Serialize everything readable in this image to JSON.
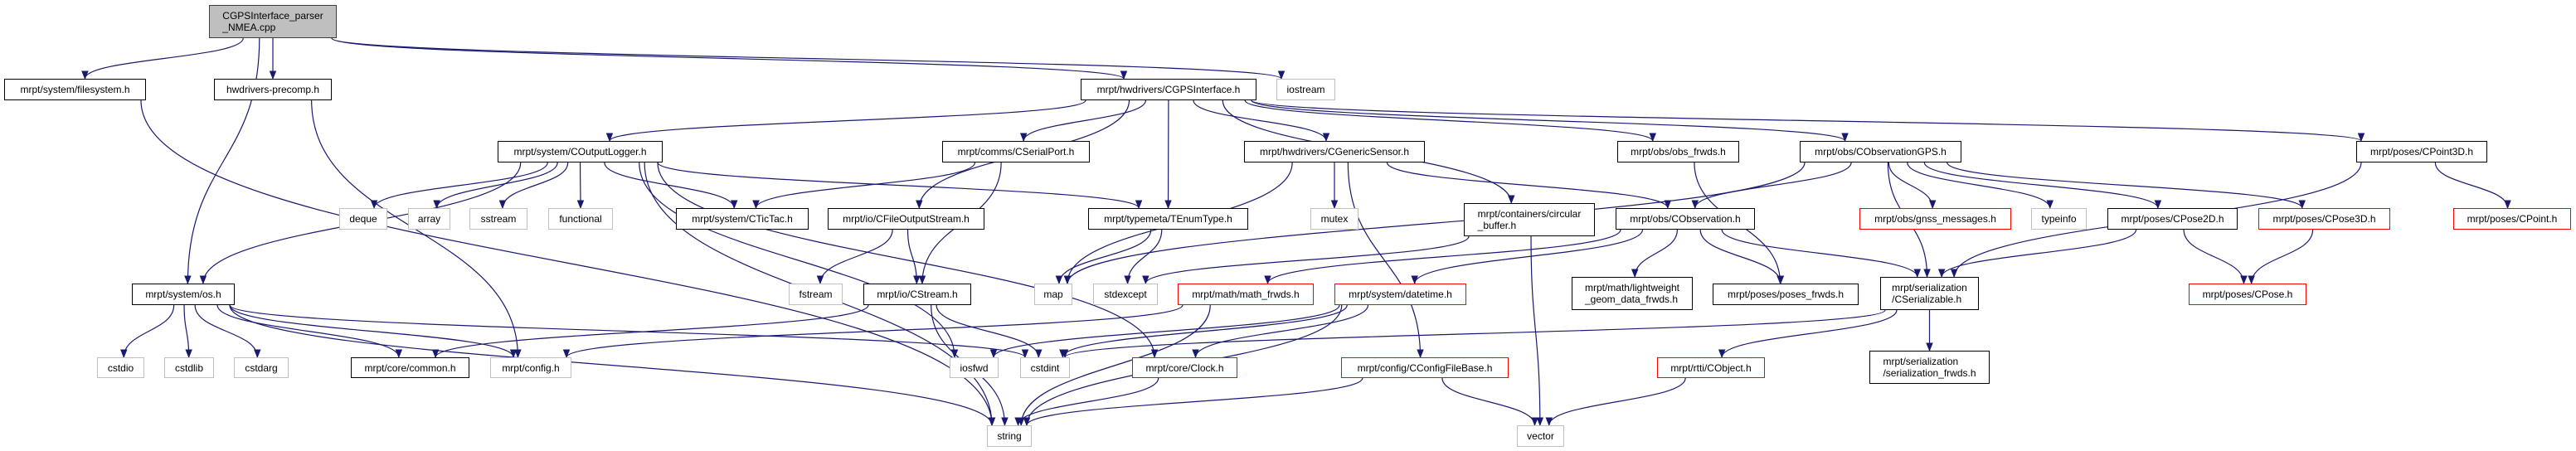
{
  "colors": {
    "edge": "#191970",
    "root_fill": "#bfbfbf",
    "normal_border": "#000000",
    "system_border": "#bfbfbf",
    "truncated_border": "#ff0000"
  },
  "nodes": [
    {
      "id": "root",
      "label": "CGPSInterface_parser\n_NMEA.cpp",
      "style": "root"
    },
    {
      "id": "filesystem",
      "label": "mrpt/system/filesystem.h",
      "style": "normal"
    },
    {
      "id": "precomp",
      "label": "hwdrivers-precomp.h",
      "style": "normal"
    },
    {
      "id": "gpsif",
      "label": "mrpt/hwdrivers/CGPSInterface.h",
      "style": "normal"
    },
    {
      "id": "iostream",
      "label": "iostream",
      "style": "gray"
    },
    {
      "id": "logger",
      "label": "mrpt/system/COutputLogger.h",
      "style": "normal"
    },
    {
      "id": "serialport",
      "label": "mrpt/comms/CSerialPort.h",
      "style": "normal"
    },
    {
      "id": "gensensor",
      "label": "mrpt/hwdrivers/CGenericSensor.h",
      "style": "normal"
    },
    {
      "id": "obsfrwds",
      "label": "mrpt/obs/obs_frwds.h",
      "style": "normal"
    },
    {
      "id": "obsgps",
      "label": "mrpt/obs/CObservationGPS.h",
      "style": "normal"
    },
    {
      "id": "point3d",
      "label": "mrpt/poses/CPoint3D.h",
      "style": "normal"
    },
    {
      "id": "deque",
      "label": "deque",
      "style": "gray"
    },
    {
      "id": "array",
      "label": "array",
      "style": "gray"
    },
    {
      "id": "sstream",
      "label": "sstream",
      "style": "gray"
    },
    {
      "id": "functional",
      "label": "functional",
      "style": "gray"
    },
    {
      "id": "tictac",
      "label": "mrpt/system/CTicTac.h",
      "style": "normal"
    },
    {
      "id": "fileout",
      "label": "mrpt/io/CFileOutputStream.h",
      "style": "normal"
    },
    {
      "id": "enumtype",
      "label": "mrpt/typemeta/TEnumType.h",
      "style": "normal"
    },
    {
      "id": "mutex",
      "label": "mutex",
      "style": "gray"
    },
    {
      "id": "circbuf",
      "label": "mrpt/containers/circular\n_buffer.h",
      "style": "normal"
    },
    {
      "id": "observation",
      "label": "mrpt/obs/CObservation.h",
      "style": "normal"
    },
    {
      "id": "gnss",
      "label": "mrpt/obs/gnss_messages.h",
      "style": "red"
    },
    {
      "id": "typeinfo",
      "label": "typeinfo",
      "style": "gray"
    },
    {
      "id": "pose2d",
      "label": "mrpt/poses/CPose2D.h",
      "style": "normal"
    },
    {
      "id": "pose3d",
      "label": "mrpt/poses/CPose3D.h",
      "style": "red"
    },
    {
      "id": "point",
      "label": "mrpt/poses/CPoint.h",
      "style": "red"
    },
    {
      "id": "os",
      "label": "mrpt/system/os.h",
      "style": "normal"
    },
    {
      "id": "fstream",
      "label": "fstream",
      "style": "gray"
    },
    {
      "id": "cstream",
      "label": "mrpt/io/CStream.h",
      "style": "normal"
    },
    {
      "id": "map",
      "label": "map",
      "style": "gray"
    },
    {
      "id": "stdexcept",
      "label": "stdexcept",
      "style": "gray"
    },
    {
      "id": "mathfrwds",
      "label": "mrpt/math/math_frwds.h",
      "style": "red"
    },
    {
      "id": "datetime",
      "label": "mrpt/system/datetime.h",
      "style": "red"
    },
    {
      "id": "lwgeom",
      "label": "mrpt/math/lightweight\n_geom_data_frwds.h",
      "style": "normal"
    },
    {
      "id": "posesfrwds",
      "label": "mrpt/poses/poses_frwds.h",
      "style": "normal"
    },
    {
      "id": "serializable",
      "label": "mrpt/serialization\n/CSerializable.h",
      "style": "normal"
    },
    {
      "id": "pose",
      "label": "mrpt/poses/CPose.h",
      "style": "red"
    },
    {
      "id": "cstdio",
      "label": "cstdio",
      "style": "gray"
    },
    {
      "id": "cstdlib",
      "label": "cstdlib",
      "style": "gray"
    },
    {
      "id": "cstdarg",
      "label": "cstdarg",
      "style": "gray"
    },
    {
      "id": "common",
      "label": "mrpt/core/common.h",
      "style": "normal"
    },
    {
      "id": "config",
      "label": "mrpt/config.h",
      "style": "gray"
    },
    {
      "id": "iosfwd",
      "label": "iosfwd",
      "style": "gray"
    },
    {
      "id": "cstdint",
      "label": "cstdint",
      "style": "gray"
    },
    {
      "id": "clock",
      "label": "mrpt/core/Clock.h",
      "style": "red"
    },
    {
      "id": "cfgfile",
      "label": "mrpt/config/CConfigFileBase.h",
      "style": "red"
    },
    {
      "id": "object",
      "label": "mrpt/rtti/CObject.h",
      "style": "red"
    },
    {
      "id": "serfrwds",
      "label": "mrpt/serialization\n/serialization_frwds.h",
      "style": "normal"
    },
    {
      "id": "string",
      "label": "string",
      "style": "gray"
    },
    {
      "id": "vector",
      "label": "vector",
      "style": "gray"
    }
  ],
  "edges": [
    [
      "root",
      "filesystem"
    ],
    [
      "root",
      "precomp"
    ],
    [
      "root",
      "os"
    ],
    [
      "root",
      "gpsif"
    ],
    [
      "root",
      "iostream"
    ],
    [
      "filesystem",
      "string"
    ],
    [
      "precomp",
      "config"
    ],
    [
      "gpsif",
      "logger"
    ],
    [
      "gpsif",
      "serialport"
    ],
    [
      "gpsif",
      "fileout"
    ],
    [
      "gpsif",
      "enumtype"
    ],
    [
      "gpsif",
      "gensensor"
    ],
    [
      "gpsif",
      "circbuf"
    ],
    [
      "gpsif",
      "obsfrwds"
    ],
    [
      "gpsif",
      "obsgps"
    ],
    [
      "gpsif",
      "point3d"
    ],
    [
      "logger",
      "os"
    ],
    [
      "logger",
      "deque"
    ],
    [
      "logger",
      "array"
    ],
    [
      "logger",
      "sstream"
    ],
    [
      "logger",
      "functional"
    ],
    [
      "logger",
      "tictac"
    ],
    [
      "logger",
      "enumtype"
    ],
    [
      "logger",
      "string"
    ],
    [
      "logger",
      "iosfwd"
    ],
    [
      "logger",
      "clock"
    ],
    [
      "serialport",
      "tictac"
    ],
    [
      "serialport",
      "cstream"
    ],
    [
      "fileout",
      "fstream"
    ],
    [
      "fileout",
      "cstream"
    ],
    [
      "cstream",
      "common"
    ],
    [
      "cstream",
      "cstdint"
    ],
    [
      "cstream",
      "string"
    ],
    [
      "os",
      "cstdio"
    ],
    [
      "os",
      "cstdlib"
    ],
    [
      "os",
      "cstdarg"
    ],
    [
      "os",
      "common"
    ],
    [
      "os",
      "config"
    ],
    [
      "os",
      "string"
    ],
    [
      "os",
      "cstdint"
    ],
    [
      "enumtype",
      "map"
    ],
    [
      "enumtype",
      "stdexcept"
    ],
    [
      "gensensor",
      "map"
    ],
    [
      "gensensor",
      "mutex"
    ],
    [
      "gensensor",
      "cfgfile"
    ],
    [
      "gensensor",
      "observation"
    ],
    [
      "circbuf",
      "stdexcept"
    ],
    [
      "circbuf",
      "vector"
    ],
    [
      "observation",
      "mathfrwds"
    ],
    [
      "observation",
      "datetime"
    ],
    [
      "observation",
      "lwgeom"
    ],
    [
      "observation",
      "posesfrwds"
    ],
    [
      "observation",
      "serializable"
    ],
    [
      "mathfrwds",
      "string"
    ],
    [
      "mathfrwds",
      "config"
    ],
    [
      "datetime",
      "cstdint"
    ],
    [
      "datetime",
      "iosfwd"
    ],
    [
      "datetime",
      "clock"
    ],
    [
      "datetime",
      "string"
    ],
    [
      "clock",
      "string"
    ],
    [
      "cfgfile",
      "string"
    ],
    [
      "cfgfile",
      "vector"
    ],
    [
      "obsfrwds",
      "posesfrwds"
    ],
    [
      "obsgps",
      "map"
    ],
    [
      "obsgps",
      "observation"
    ],
    [
      "obsgps",
      "serializable"
    ],
    [
      "obsgps",
      "gnss"
    ],
    [
      "obsgps",
      "typeinfo"
    ],
    [
      "obsgps",
      "pose2d"
    ],
    [
      "obsgps",
      "pose3d"
    ],
    [
      "point3d",
      "serializable"
    ],
    [
      "point3d",
      "point"
    ],
    [
      "pose2d",
      "serializable"
    ],
    [
      "pose2d",
      "pose"
    ],
    [
      "pose3d",
      "pose"
    ],
    [
      "serializable",
      "cstdint"
    ],
    [
      "serializable",
      "object"
    ],
    [
      "serializable",
      "serfrwds"
    ],
    [
      "object",
      "vector"
    ]
  ]
}
